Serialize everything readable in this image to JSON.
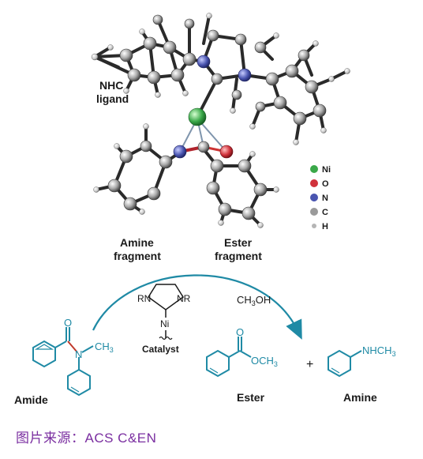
{
  "structure_labels": {
    "nhc_line1": "NHC",
    "nhc_line2": "ligand",
    "amine_line1": "Amine",
    "amine_line2": "fragment",
    "ester_line1": "Ester",
    "ester_line2": "fragment"
  },
  "legend": [
    {
      "label": "Ni",
      "color": "#3aa849"
    },
    {
      "label": "O",
      "color": "#d0313b"
    },
    {
      "label": "N",
      "color": "#4a55b0"
    },
    {
      "label": "C",
      "color": "#9a9a9a"
    },
    {
      "label": "H",
      "color": "#b5b5b5"
    }
  ],
  "scheme": {
    "catalyst_left": "RN",
    "catalyst_right": "NR",
    "catalyst_metal": "Ni",
    "catalyst_label": "Catalyst",
    "reagent_prefix": "CH",
    "reagent_sub": "3",
    "reagent_suffix": "OH",
    "amide_o": "O",
    "amide_n": "N",
    "amide_ch3": "CH",
    "amide_ch3_sub": "3",
    "amide_label": "Amide",
    "ester_o": "O",
    "ester_och3": "OCH",
    "ester_och3_sub": "3",
    "ester_label": "Ester",
    "plus": "+",
    "amine_nhch3": "NHCH",
    "amine_nhch3_sub": "3",
    "amine_label": "Amine"
  },
  "credit": "图片来源：ACS C&EN"
}
